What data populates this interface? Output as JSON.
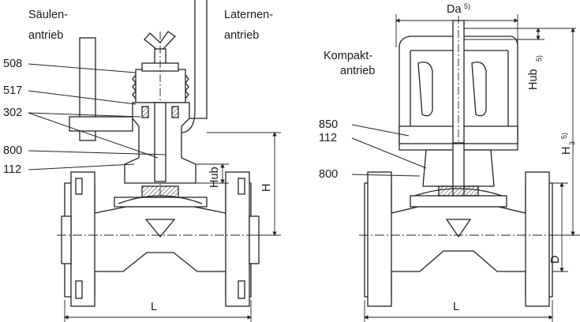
{
  "left_view": {
    "drive_column": "Säulen-\nantrieb",
    "drive_column_l1": "Säulen-",
    "drive_column_l2": "antrieb",
    "drive_lantern_l1": "Laternen-",
    "drive_lantern_l2": "antrieb",
    "parts": [
      "508",
      "517",
      "302",
      "800",
      "112"
    ],
    "dim_stroke": "Hub",
    "dim_height": "H",
    "dim_length": "L"
  },
  "right_view": {
    "drive_compact_l1": "Kompakt-",
    "drive_compact_l2": "antrieb",
    "parts": [
      "850",
      "112",
      "800"
    ],
    "dim_diameter": "Da",
    "dim_stroke": "Hub",
    "dim_height": "H",
    "dim_height_sub": "3",
    "dim_bore": "D",
    "dim_length": "L",
    "footnote_ref": "5)"
  }
}
